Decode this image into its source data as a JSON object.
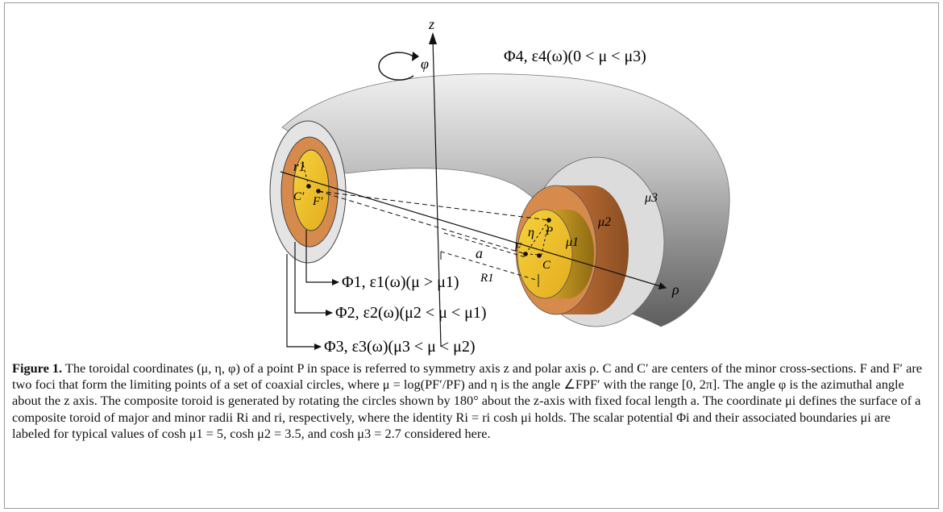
{
  "figure": {
    "axis_z": "z",
    "axis_rho": "ρ",
    "phi_arrow_label": "φ",
    "outer_region_label": "Φ4, ε4(ω)(0 < μ < μ3)",
    "mu_labels": {
      "mu1": "μ1",
      "mu2": "μ2",
      "mu3": "μ3"
    },
    "point_labels": {
      "P": "P",
      "F": "F",
      "C": "C",
      "C_prime": "C′",
      "F_prime": "F′",
      "eta": "η",
      "r1": "r1"
    },
    "dim_labels": {
      "a": "a",
      "R1": "R1"
    },
    "legend": [
      "Φ1, ε1(ω)(μ > μ1)",
      "Φ2, ε2(ω)(μ2 < μ < μ1)",
      "Φ3, ε3(ω)(μ3 < μ < μ2)"
    ],
    "colors": {
      "torus_light": "#e6e6e6",
      "torus_mid": "#a9a9a9",
      "torus_dark": "#6e6e6e",
      "outer_ring": "#dcdcdc",
      "middle_ring": "#d68a4c",
      "core": "#f2c233",
      "core_dark": "#b8860b"
    }
  },
  "caption": {
    "label": "Figure 1.",
    "text": "The toroidal coordinates (μ, η, φ) of a point P in space is referred to symmetry axis z and polar axis ρ. C and C′ are centers of the minor cross-sections. F and F′ are two foci that form the limiting points of a set of coaxial circles, where μ = log(PF′/PF) and η is the angle ∠FPF′ with the range [0, 2π]. The angle φ is the azimuthal angle about the z axis. The composite toroid is generated by rotating the circles shown by 180° about the z-axis with fixed focal length a. The coordinate μi defines the surface of a composite toroid of major and minor radii Ri and ri, respectively, where the identity Ri = ri cosh μi holds. The scalar potential Φi and their associated boundaries μi are labeled for typical values of cosh μ1 = 5, cosh μ2 = 3.5, and cosh μ3 = 2.7 considered here."
  }
}
